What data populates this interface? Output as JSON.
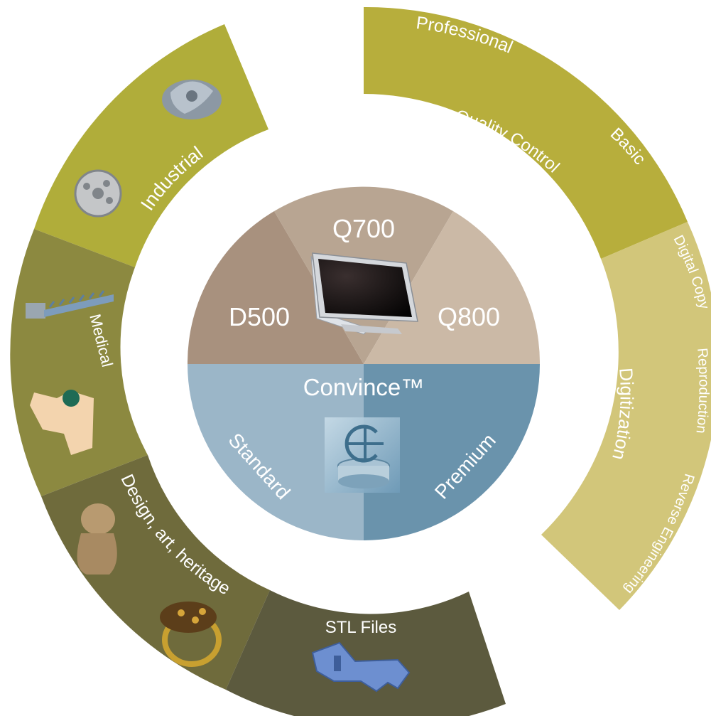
{
  "center": {
    "scanners": [
      "D500",
      "Q700",
      "Q800"
    ],
    "software_title": "Convince™",
    "software_tiers": [
      "Standard",
      "Premium"
    ]
  },
  "outer_ring": {
    "industrial": "Industrial",
    "medical": "Medical",
    "design": "Design, art, heritage",
    "stl": "STL Files",
    "professional": "Professional",
    "quality_control": "Quality Control",
    "basic": "Basic",
    "digital_copy": "Digital Copy",
    "reproduction": "Reproduction",
    "digitization": "Digitization",
    "reverse_engineering": "Reverse Engineering"
  },
  "icons": [
    "impeller-icon",
    "gear-disc-icon",
    "bone-screw-icon",
    "dental-model-icon",
    "buddha-statue-icon",
    "jewel-ring-icon",
    "stl-key-icon",
    "scanner-device-icon",
    "convince-logo-icon"
  ],
  "colors": {
    "industrial": "#b0ad3a",
    "medical": "#8c8940",
    "design": "#6f6b3c",
    "stl": "#5c5a3e",
    "quality": "#b7ae3c",
    "digitization": "#d2c67a",
    "d500": "#a8917e",
    "q700": "#b8a592",
    "q800": "#cbb9a6",
    "standard": "#9bb6c8",
    "premium": "#6a93ac"
  }
}
